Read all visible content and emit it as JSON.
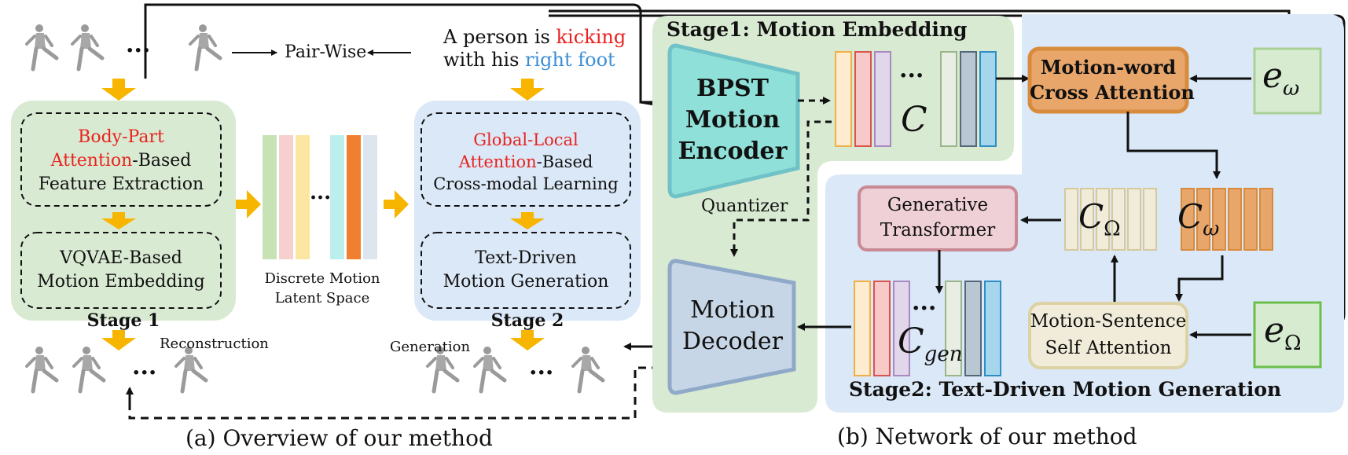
{
  "overview": {
    "pairwise": "Pair-Wise",
    "prompt_line1_a": "A person is ",
    "prompt_line1_b": "kicking",
    "prompt_line2_a": "with his ",
    "prompt_line2_b": "right foot",
    "stage1": {
      "box1_red": "Body-Part",
      "box1_red2": "Attention",
      "box1_rest": "-Based",
      "box1_line3": "Feature Extraction",
      "box2_line1": "VQVAE-Based",
      "box2_line2": "Motion Embedding",
      "label": "Stage 1"
    },
    "latent_line1": "Discrete Motion",
    "latent_line2": "Latent Space",
    "latent_dots": "···",
    "stage2": {
      "box1_red": "Global-Local",
      "box1_red2": "Attention",
      "box1_rest": "-Based",
      "box1_line3": "Cross-modal Learning",
      "box2_line1": "Text-Driven",
      "box2_line2": "Motion Generation",
      "label": "Stage 2"
    },
    "reconstruction": "Reconstruction",
    "generation": "Generation",
    "dots": "···",
    "caption": "(a) Overview of our method"
  },
  "network": {
    "stage1_title": "Stage1:  Motion Embedding",
    "encoder_l1": "BPST",
    "encoder_l2": "Motion",
    "encoder_l3": "Encoder",
    "quantizer": "Quantizer",
    "decoder_l1": "Motion",
    "decoder_l2": "Decoder",
    "c_label": "C",
    "cgen_label": "C",
    "cgen_sub": "gen",
    "c_omega": "C",
    "c_omega_sub": "ω",
    "c_Omega": "C",
    "c_Omega_sub": "Ω",
    "e_omega": "e",
    "e_omega_sub": "ω",
    "e_Omega": "e",
    "e_Omega_sub": "Ω",
    "cross_attn_l1": "Motion-word",
    "cross_attn_l2": "Cross Attention",
    "gen_tf_l1": "Generative",
    "gen_tf_l2": "Transformer",
    "self_attn_l1": "Motion-Sentence",
    "self_attn_l2": "Self Attention",
    "stage2_title": "Stage2: Text-Driven Motion Generation",
    "dots": "···",
    "caption": "(b) Network of our method"
  },
  "colors": {
    "stage1_fill": "#d9ead3",
    "stage2_fill": "#dbe8f7",
    "arrow_orange": "#f7b500",
    "encoder_fill": "#8fe0d8",
    "decoder_fill": "#c7d6e6",
    "cross_attn_fill": "#e8a66b",
    "gen_tf_fill": "#efd0d6",
    "self_attn_fill": "#f1ecd9",
    "e_fill": "#d6ebd0"
  },
  "figure_icons": [
    "human-pose-figure-icon"
  ]
}
